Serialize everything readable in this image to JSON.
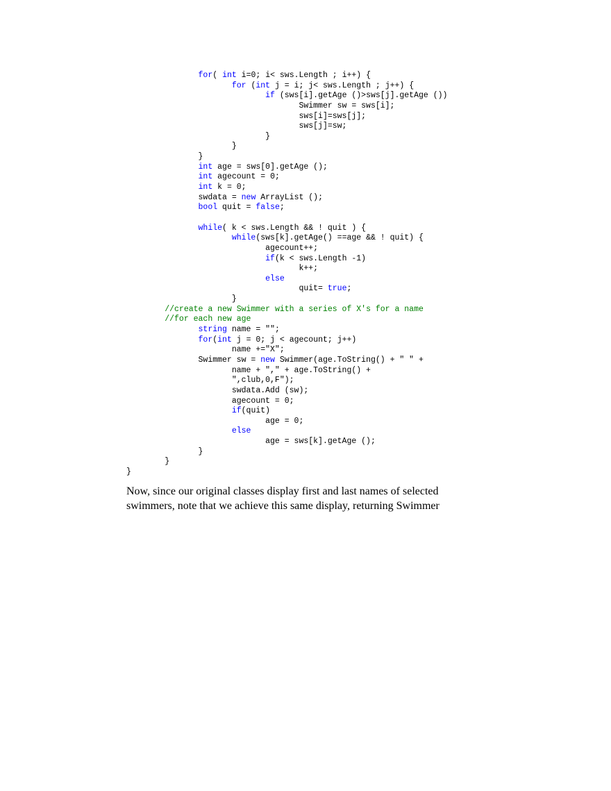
{
  "code": {
    "lines": [
      [
        {
          "t": "               "
        },
        {
          "t": "for",
          "k": "kw"
        },
        {
          "t": "( "
        },
        {
          "t": "int",
          "k": "kw"
        },
        {
          "t": " i=0; i< sws.Length ; i++) {"
        }
      ],
      [
        {
          "t": "                      "
        },
        {
          "t": "for",
          "k": "kw"
        },
        {
          "t": " ("
        },
        {
          "t": "int",
          "k": "kw"
        },
        {
          "t": " j = i; j< sws.Length ; j++) {"
        }
      ],
      [
        {
          "t": "                             "
        },
        {
          "t": "if",
          "k": "kw"
        },
        {
          "t": " (sws[i].getAge ()>sws[j].getAge ())"
        }
      ],
      [
        {
          "t": "                                    Swimmer sw = sws[i];"
        }
      ],
      [
        {
          "t": "                                    sws[i]=sws[j];"
        }
      ],
      [
        {
          "t": "                                    sws[j]=sw;"
        }
      ],
      [
        {
          "t": "                             }"
        }
      ],
      [
        {
          "t": "                      }"
        }
      ],
      [
        {
          "t": "               }"
        }
      ],
      [
        {
          "t": "               "
        },
        {
          "t": "int",
          "k": "kw"
        },
        {
          "t": " age = sws[0].getAge ();"
        }
      ],
      [
        {
          "t": "               "
        },
        {
          "t": "int",
          "k": "kw"
        },
        {
          "t": " agecount = 0;"
        }
      ],
      [
        {
          "t": "               "
        },
        {
          "t": "int",
          "k": "kw"
        },
        {
          "t": " k = 0;"
        }
      ],
      [
        {
          "t": "               swdata = "
        },
        {
          "t": "new",
          "k": "kw"
        },
        {
          "t": " ArrayList ();"
        }
      ],
      [
        {
          "t": "               "
        },
        {
          "t": "bool",
          "k": "kw"
        },
        {
          "t": " quit = "
        },
        {
          "t": "false",
          "k": "kw"
        },
        {
          "t": ";"
        }
      ],
      [
        {
          "t": ""
        }
      ],
      [
        {
          "t": "               "
        },
        {
          "t": "while",
          "k": "kw"
        },
        {
          "t": "( k < sws.Length && ! quit ) {"
        }
      ],
      [
        {
          "t": "                      "
        },
        {
          "t": "while",
          "k": "kw"
        },
        {
          "t": "(sws[k].getAge() ==age && ! quit) {"
        }
      ],
      [
        {
          "t": "                             agecount++;"
        }
      ],
      [
        {
          "t": "                             "
        },
        {
          "t": "if",
          "k": "kw"
        },
        {
          "t": "(k < sws.Length -1)"
        }
      ],
      [
        {
          "t": "                                    k++;"
        }
      ],
      [
        {
          "t": "                             "
        },
        {
          "t": "else",
          "k": "kw"
        }
      ],
      [
        {
          "t": "                                    quit= "
        },
        {
          "t": "true",
          "k": "kw"
        },
        {
          "t": ";"
        }
      ],
      [
        {
          "t": "                      }"
        }
      ],
      [
        {
          "t": "        "
        },
        {
          "t": "//create a new Swimmer with a series of X's for a name",
          "k": "cm"
        }
      ],
      [
        {
          "t": "        "
        },
        {
          "t": "//for each new age",
          "k": "cm"
        }
      ],
      [
        {
          "t": "               "
        },
        {
          "t": "string",
          "k": "kw"
        },
        {
          "t": " name = \"\";"
        }
      ],
      [
        {
          "t": "               "
        },
        {
          "t": "for",
          "k": "kw"
        },
        {
          "t": "("
        },
        {
          "t": "int",
          "k": "kw"
        },
        {
          "t": " j = 0; j < agecount; j++)"
        }
      ],
      [
        {
          "t": "                      name +=\"X\";"
        }
      ],
      [
        {
          "t": "               Swimmer sw = "
        },
        {
          "t": "new",
          "k": "kw"
        },
        {
          "t": " Swimmer(age.ToString() + \" \" +"
        }
      ],
      [
        {
          "t": "                      name + \",\" + age.ToString() +"
        }
      ],
      [
        {
          "t": "                      \",club,0,F\");"
        }
      ],
      [
        {
          "t": "                      swdata.Add (sw);"
        }
      ],
      [
        {
          "t": "                      agecount = 0;"
        }
      ],
      [
        {
          "t": "                      "
        },
        {
          "t": "if",
          "k": "kw"
        },
        {
          "t": "(quit)"
        }
      ],
      [
        {
          "t": "                             age = 0;"
        }
      ],
      [
        {
          "t": "                      "
        },
        {
          "t": "else",
          "k": "kw"
        }
      ],
      [
        {
          "t": "                             age = sws[k].getAge ();"
        }
      ],
      [
        {
          "t": "               }"
        }
      ],
      [
        {
          "t": "        }"
        }
      ],
      [
        {
          "t": "}"
        }
      ]
    ]
  },
  "prose": {
    "line1": "Now, since our original classes display first and last names of selected",
    "line2": "swimmers, note that we achieve this same display, returning Swimmer"
  }
}
